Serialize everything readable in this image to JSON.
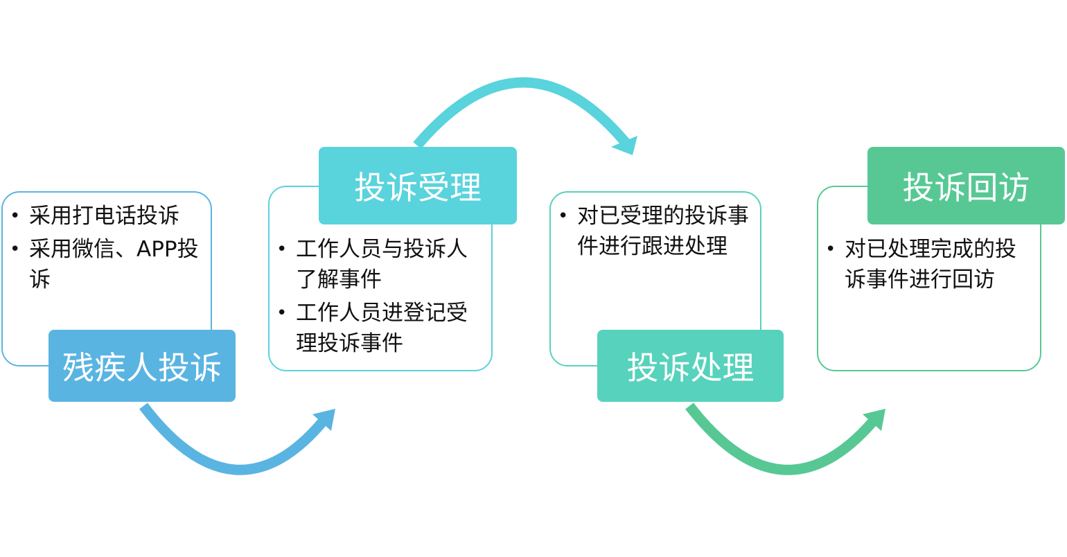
{
  "colors": {
    "step1": "#5AB4E2",
    "step2": "#59D3DC",
    "step3": "#57D2BC",
    "step4": "#57C894"
  },
  "steps": [
    {
      "title": "残疾人投诉",
      "bullets": [
        "采用打电话投诉",
        "采用微信、APP投诉"
      ]
    },
    {
      "title": "投诉受理",
      "bullets": [
        "工作人员与投诉人了解事件",
        "工作人员进登记受理投诉事件"
      ]
    },
    {
      "title": "投诉处理",
      "bullets": [
        "对已受理的投诉事件进行跟进处理"
      ]
    },
    {
      "title": "投诉回访",
      "bullets": [
        "对已处理完成的投诉事件进行回访"
      ]
    }
  ]
}
